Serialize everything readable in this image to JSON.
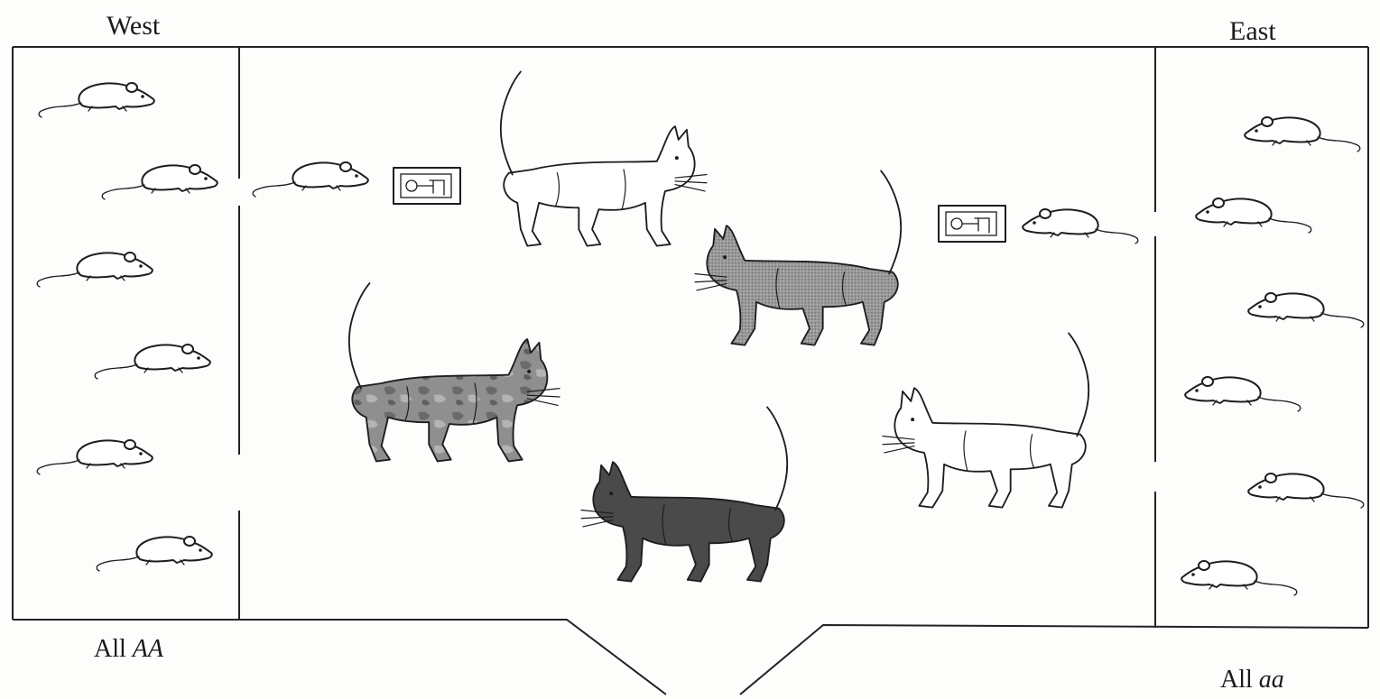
{
  "regions": {
    "west": {
      "title": "West",
      "caption_prefix": "All",
      "caption_genotype": "AA"
    },
    "east": {
      "title": "East",
      "caption_prefix": "All",
      "caption_genotype": "aa"
    }
  },
  "colors": {
    "line": "#222222",
    "mouse_fill": "#ffffff",
    "cat_white": "#ffffff",
    "cat_light_gray": "#b9b9b9",
    "cat_mottled": "#8f8f8f",
    "cat_dark": "#4a4a4a"
  },
  "icons": [
    "mouse-icon",
    "cat-icon",
    "mousetrap-icon"
  ]
}
